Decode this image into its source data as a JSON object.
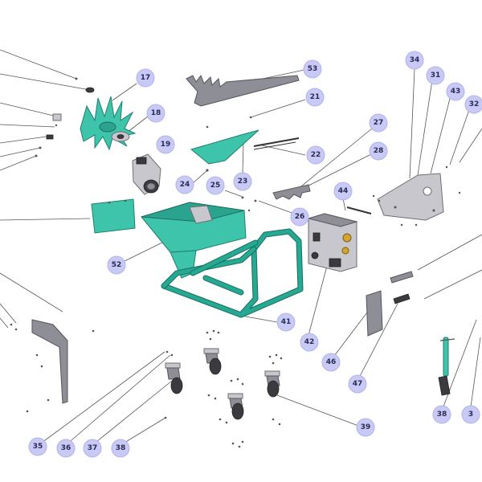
{
  "diagram": {
    "callouts": {
      "c17": "17",
      "c53": "53",
      "c21": "21",
      "c18": "18",
      "c19": "19",
      "c22": "22",
      "c23": "23",
      "c24": "24",
      "c25": "25",
      "c26": "26",
      "c27": "27",
      "c28": "28",
      "c34": "34",
      "c31": "31",
      "c43": "43",
      "c32": "32",
      "c44": "44",
      "c52": "52",
      "c41": "41",
      "c42": "42",
      "c46": "46",
      "c47": "47",
      "c35": "35",
      "c36": "36",
      "c37": "37",
      "c38a": "38",
      "c39": "39",
      "c38b": "38",
      "c3": "3"
    }
  }
}
